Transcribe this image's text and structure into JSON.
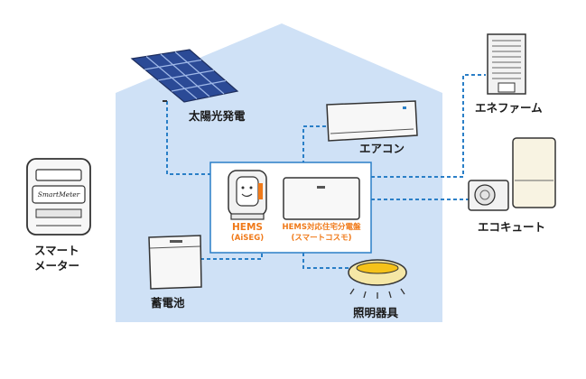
{
  "diagram": {
    "devices": {
      "solar": "太陽光発電",
      "aircon": "エアコン",
      "enefarm": "エネファーム",
      "ecocute": "エコキュート",
      "battery": "蓄電池",
      "lighting": "照明器具",
      "smart_meter_line1": "スマート",
      "smart_meter_line2": "メーター",
      "meter_display": "SmartMeter"
    },
    "hub": {
      "hems_name": "HEMS",
      "hems_sub": "(AiSEG)",
      "panel_name": "HEMS対応住宅分電盤",
      "panel_sub": "(スマートコスモ)"
    },
    "colors": {
      "house_fill": "#cfe1f6",
      "connector": "#2a7fc7",
      "accent_orange": "#f07a1a",
      "solar_cell": "#3557a8",
      "outline": "#333333"
    }
  }
}
